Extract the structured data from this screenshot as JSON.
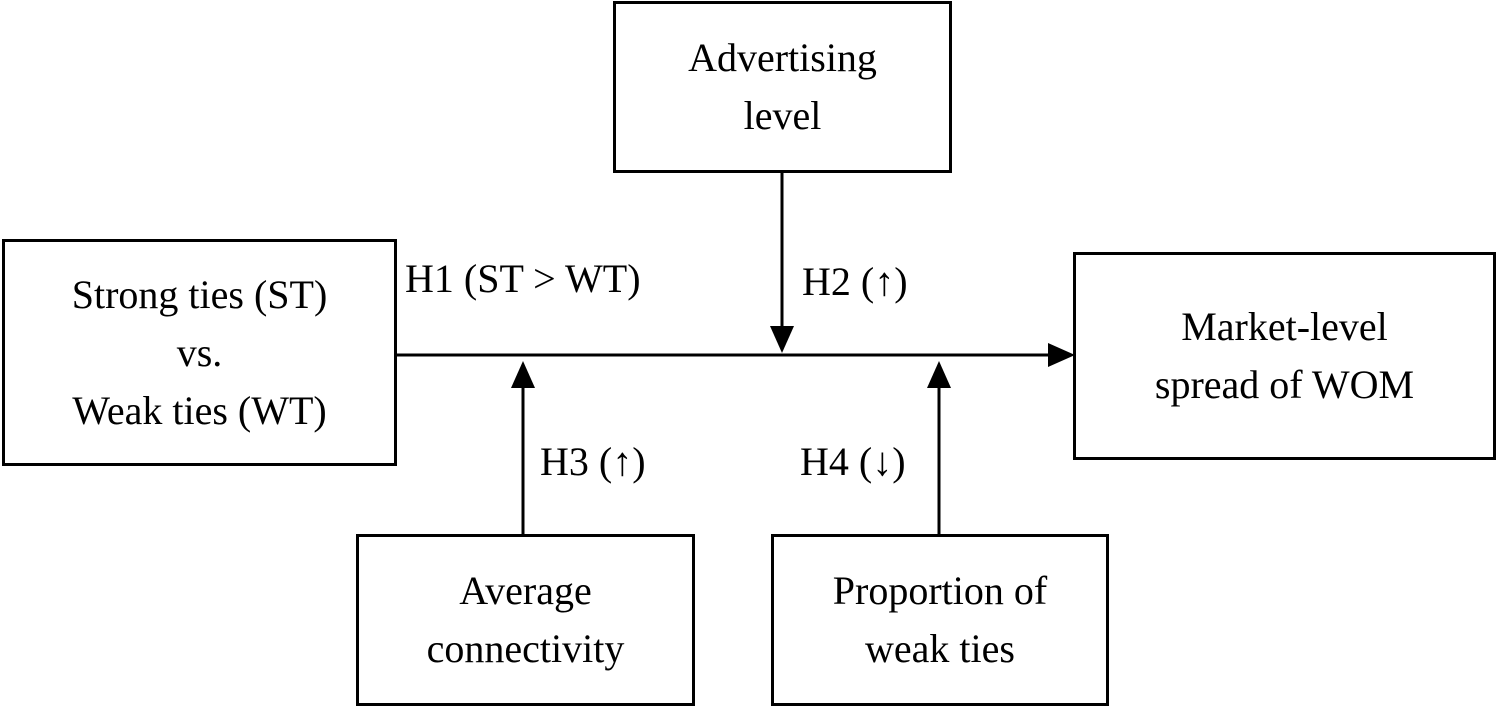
{
  "boxes": {
    "advertising": [
      "Advertising",
      "level"
    ],
    "ties": [
      "Strong ties (ST)",
      "vs.",
      "Weak ties (WT)"
    ],
    "market": [
      "Market-level",
      "spread of WOM"
    ],
    "connectivity": [
      "Average",
      "connectivity"
    ],
    "proportion": [
      "Proportion of",
      "weak ties"
    ]
  },
  "hypotheses": {
    "h1": "H1 (ST > WT)",
    "h2": "H2 (↑)",
    "h3": "H3 (↑)",
    "h4": "H4 (↓)"
  }
}
